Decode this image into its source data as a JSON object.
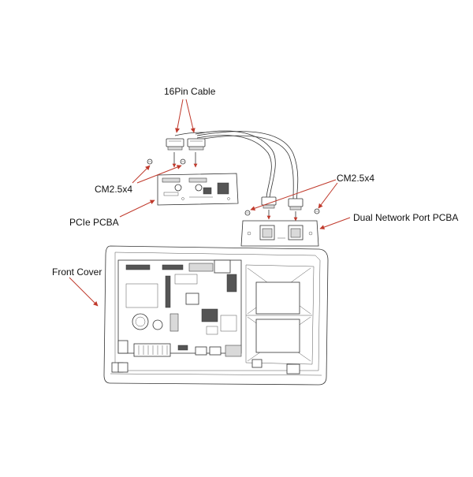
{
  "labels": {
    "cable": "16Pin Cable",
    "screw_left": "CM2.5x4",
    "screw_right": "CM2.5x4",
    "pcie": "PCIe PCBA",
    "network": "Dual Network Port PCBA",
    "front_cover": "Front Cover"
  },
  "colors": {
    "callout_arrow": "#c0392b",
    "line_art": "#333333"
  }
}
